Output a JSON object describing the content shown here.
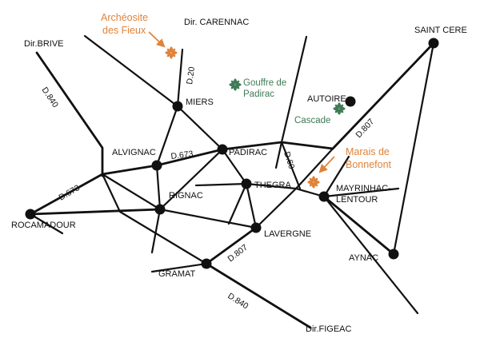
{
  "colors": {
    "road": "#111111",
    "town": "#111111",
    "poi_orange": "#e0833a",
    "poi_green": "#3f7a55",
    "background": "#ffffff"
  },
  "directions": {
    "carennac": "Dir. CARENNAC",
    "brive": "Dir.BRIVE",
    "figeac": "Dir.FIGEAC"
  },
  "towns": {
    "saint_cere": "SAINT CERE",
    "autoire": "AUTOIRE",
    "miers": "MIERS",
    "alvignac": "ALVIGNAC",
    "padirac": "PADIRAC",
    "thegra": "THEGRA",
    "mayrinhac_line1": "MAYRINHAC-",
    "mayrinhac_line2": "LENTOUR",
    "rignac": "RIGNAC",
    "rocamadour": "ROCAMADOUR",
    "lavergne": "LAVERGNE",
    "gramat": "GRAMAT",
    "aynac": "AYNAC"
  },
  "roads": {
    "d20": "D.20",
    "d840_north": "D.840",
    "d673_west": "D.673",
    "d673_east": "D.673",
    "d60": "D.60",
    "d807_north": "D.807",
    "d807_south": "D.807",
    "d840_south": "D.840"
  },
  "points_of_interest": {
    "archeosite_line1": "Archéosite",
    "archeosite_line2": "des Fieux",
    "gouffre_line1": "Gouffre de",
    "gouffre_line2": "Padirac",
    "cascade": "Cascade",
    "marais_line1": "Marais de",
    "marais_line2": "Bonnefont"
  },
  "icons": {
    "poi_marker": "flower-icon",
    "town_marker": "town-dot-icon",
    "pointer": "arrow-icon"
  }
}
